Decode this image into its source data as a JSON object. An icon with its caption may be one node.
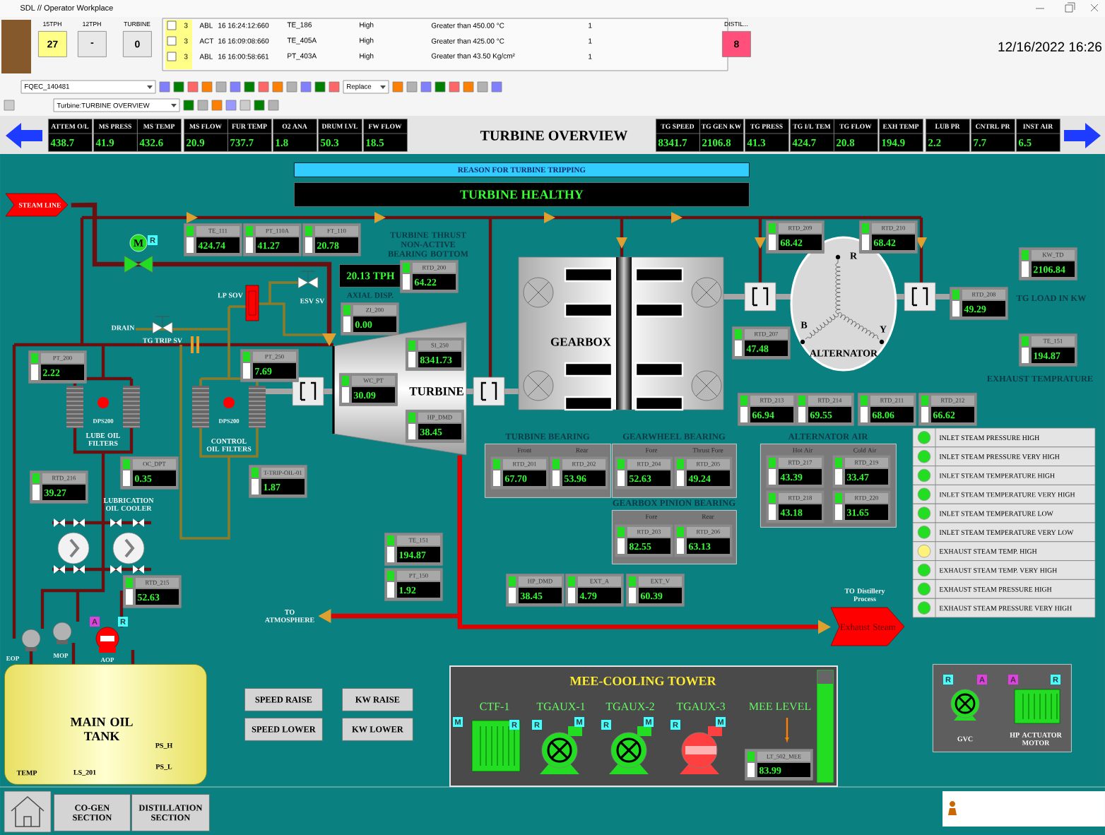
{
  "diagram": {
    "title": "TURBINE OVERVIEW",
    "nodes": [
      {
        "text": [
          "15TPH",
          "27"
        ]
      },
      {
        "text": [
          "12TPH",
          "-"
        ]
      },
      {
        "text": [
          "TURBINE",
          "0"
        ]
      },
      {
        "text": [
          "DISTIL...",
          "8"
        ]
      },
      {
        "text": [
          "ATTEM O/L",
          "438.7"
        ]
      },
      {
        "text": [
          "MS PRESS",
          "41.9"
        ]
      },
      {
        "text": [
          "MS TEMP",
          "432.6"
        ]
      },
      {
        "text": [
          "MS FLOW",
          "20.9"
        ]
      },
      {
        "text": [
          "FUR TEMP",
          "737.7"
        ]
      },
      {
        "text": [
          "O2 ANA",
          "1.8"
        ]
      },
      {
        "text": [
          "DRUM LVL",
          "50.3"
        ]
      },
      {
        "text": [
          "FW FLOW",
          "18.5"
        ]
      },
      {
        "text": [
          "TG SPEED",
          "8341.7"
        ]
      },
      {
        "text": [
          "TG GEN KW",
          "2106.8"
        ]
      },
      {
        "text": [
          "TG PRESS",
          "41.3"
        ]
      },
      {
        "text": [
          "TG I/L TEM",
          "424.7"
        ]
      },
      {
        "text": [
          "TG FLOW",
          "20.8"
        ]
      },
      {
        "text": [
          "EXH TEMP",
          "194.9"
        ]
      },
      {
        "text": [
          "LUB PR",
          "2.2"
        ]
      },
      {
        "text": [
          "CNTRL PR",
          "7.7"
        ]
      },
      {
        "text": [
          "INST AIR",
          "6.5"
        ]
      },
      {
        "text": [
          "REASON FOR TURBINE TRIPPING"
        ]
      },
      {
        "text": [
          "TURBINE HEALTHY"
        ]
      },
      {
        "text": [
          "STEAM LINE"
        ]
      },
      {
        "text": [
          "TE_111",
          "424.74"
        ]
      },
      {
        "text": [
          "PT_110A",
          "41.27"
        ]
      },
      {
        "text": [
          "FT_110",
          "20.78"
        ]
      },
      {
        "text": [
          "20.13 TPH"
        ]
      },
      {
        "text": [
          "RTD_200",
          "64.22"
        ],
        "beside": [
          "TURBINE THRUST NON-ACTIVE BEARING BOTTOM"
        ]
      },
      {
        "text": [
          "ZI_200",
          "0.00"
        ],
        "beside": [
          "AXIAL DISP."
        ]
      },
      {
        "text": [
          "TURBINE"
        ]
      },
      {
        "text": [
          "SI_250",
          "8341.73"
        ],
        "in": 30
      },
      {
        "text": [
          "WC_PT",
          "30.09"
        ],
        "in": 30
      },
      {
        "text": [
          "HP_DMD",
          "38.45"
        ],
        "in": 30
      },
      {
        "text": [
          "GEARBOX"
        ]
      },
      {
        "text": [
          "ALTERNATOR"
        ]
      },
      {
        "text": [
          "RTD_209",
          "68.42"
        ]
      },
      {
        "text": [
          "RTD_210",
          "68.42"
        ]
      },
      {
        "text": [
          "RTD_207",
          "47.48"
        ]
      },
      {
        "text": [
          "RTD_208",
          "49.29"
        ]
      },
      {
        "text": [
          "KW_TD",
          "2106.84"
        ]
      },
      {
        "text": [
          "TE_151",
          "194.87"
        ],
        "beside": [
          "EXHAUST TEMPRATURE"
        ]
      },
      {
        "text": [
          "RTD_213",
          "66.94"
        ]
      },
      {
        "text": [
          "RTD_214",
          "69.55"
        ]
      },
      {
        "text": [
          "RTD_211",
          "68.06"
        ]
      },
      {
        "text": [
          "RTD_212",
          "66.62"
        ]
      },
      {
        "text": [
          "PT_200",
          "2.22"
        ]
      },
      {
        "text": [
          "PT_250",
          "7.69"
        ]
      },
      {
        "text": [
          "OC_DPT",
          "0.35"
        ]
      },
      {
        "text": [
          "RTD_216",
          "39.27"
        ]
      },
      {
        "text": [
          "T-TRIP-OIL-01",
          "1.87"
        ]
      },
      {
        "text": [
          "RTD_215",
          "52.63"
        ]
      },
      {
        "text": [
          "TURBINE BEARING",
          "Front",
          "Rear"
        ]
      },
      {
        "text": [
          "RTD_201",
          "67.70"
        ],
        "in": 52
      },
      {
        "text": [
          "RTD_202",
          "53.96"
        ],
        "in": 52
      },
      {
        "text": [
          "GEARWHEEL BEARING",
          "Fore",
          "Thrust Fore"
        ]
      },
      {
        "text": [
          "RTD_204",
          "52.63"
        ],
        "in": 55
      },
      {
        "text": [
          "RTD_205",
          "49.24"
        ],
        "in": 55
      },
      {
        "text": [
          "GEARBOX PINION BEARING",
          "Fore",
          "Rear"
        ]
      },
      {
        "text": [
          "RTD_203",
          "82.55"
        ],
        "in": 58
      },
      {
        "text": [
          "RTD_206",
          "63.13"
        ],
        "in": 58
      },
      {
        "text": [
          "ALTERNATOR AIR",
          "Hot Air",
          "Cold Air"
        ]
      },
      {
        "text": [
          "RTD_217",
          "43.39"
        ],
        "in": 61
      },
      {
        "text": [
          "RTD_219",
          "33.47"
        ],
        "in": 61
      },
      {
        "text": [
          "RTD_218",
          "43.18"
        ],
        "in": 61
      },
      {
        "text": [
          "RTD_220",
          "31.65"
        ],
        "in": 61
      },
      {
        "text": [
          "TE_151",
          "194.87"
        ]
      },
      {
        "text": [
          "PT_150",
          "1.92"
        ]
      },
      {
        "text": [
          "HP_DMD",
          "38.45"
        ]
      },
      {
        "text": [
          "EXT_A",
          "4.79"
        ]
      },
      {
        "text": [
          "EXT_V",
          "60.39"
        ]
      },
      {
        "text": [
          "TO ATMOSPHERE"
        ]
      },
      {
        "text": [
          "Exhaust Steam"
        ]
      },
      {
        "text": [
          "MAIN OIL TANK"
        ]
      },
      {
        "text": [
          "SPEED RAISE"
        ]
      },
      {
        "text": [
          "SPEED LOWER"
        ]
      },
      {
        "text": [
          "KW RAISE"
        ]
      },
      {
        "text": [
          "KW LOWER"
        ]
      },
      {
        "text": [
          "MEE-COOLING TOWER"
        ]
      },
      {
        "text": [
          "LT_502_MEE",
          "83.99"
        ],
        "in": 78
      },
      {
        "text": [
          "GVC",
          "HP ACTUATOR MOTOR"
        ]
      },
      {
        "text": [
          "CO-GEN SECTION"
        ]
      },
      {
        "text": [
          "DISTILLATION SECTION"
        ]
      }
    ],
    "edges": [
      {
        "from": 23,
        "to": 30,
        "arrow": "to",
        "color": "#6b1010"
      },
      {
        "from": 30,
        "to": 72,
        "arrow": "to"
      },
      {
        "from": 30,
        "to": 71,
        "arrow": "to"
      }
    ],
    "labels": [
      "SDL // Operator Workplace",
      "3",
      "ABL",
      "16 16:24:12:660",
      "TE_186",
      "High",
      "Greater than 450.00 °C",
      "1",
      "3",
      "ACT",
      "16 16:09:08:660",
      "TE_405A",
      "High",
      "Greater than 425.00 °C",
      "1",
      "3",
      "ABL",
      "16 16:00:58:661",
      "PT_403A",
      "High",
      "Greater than 43.50 Kg/cm²",
      "1",
      "12/16/2022 16:26",
      "FQEC_140481",
      "Replace",
      "Turbine:TURBINE OVERVIEW",
      "DRAIN",
      "TG TRIP SV",
      "LP SOV",
      "ESV SV",
      "M",
      "R",
      "DPS200",
      "LUBE OIL FILTERS",
      "DPS200",
      "CONTROL OIL FILTERS",
      "LUBRICATION OIL COOLER",
      "R",
      "B",
      "Y",
      "TO Distillery Process",
      "INLET STEAM PRESSURE HIGH",
      "INLET STEAM PRESSURE VERY HIGH",
      "INLET STEAM TEMPERATURE HIGH",
      "INLET STEAM TEMPERATURE VERY HIGH",
      "INLET STEAM TEMPERATURE LOW",
      "INLET STEAM TEMPERATURE VERY LOW",
      "EXHAUST STEAM TEMP. HIGH",
      "EXHAUST STEAM TEMP. VERY HIGH",
      "EXHAUST STEAM PRESSURE HIGH",
      "EXHAUST STEAM PRESSURE VERY HIGH",
      "EOP",
      "MOP",
      "A",
      "R",
      "AOP",
      "TEMP",
      "LS_201",
      "PS_H",
      "PS_L",
      "CTF-1",
      "TGAUX-1",
      "TGAUX-2",
      "TGAUX-3",
      "MEE LEVEL",
      "M",
      "R",
      "R",
      "M",
      "R",
      "M",
      "R",
      "M",
      "R",
      "A",
      "A",
      "R",
      "TG LOAD IN KW"
    ]
  }
}
